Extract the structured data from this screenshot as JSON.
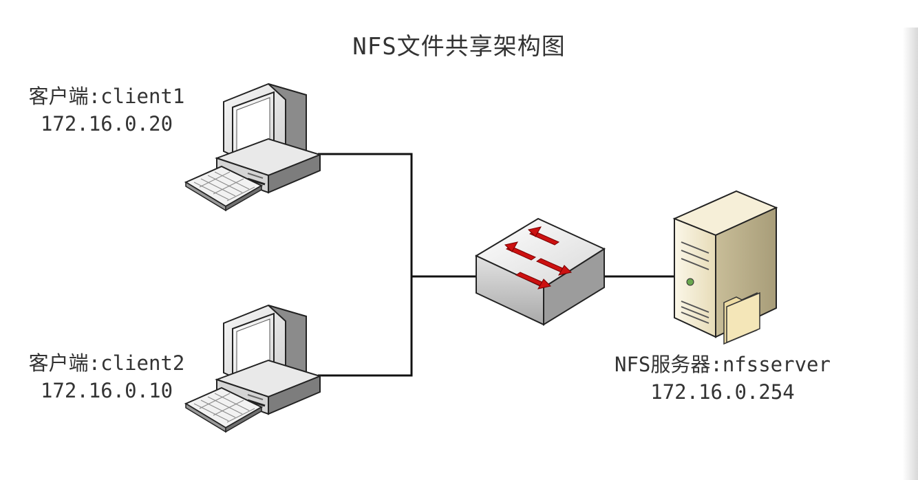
{
  "diagram": {
    "title": "NFS文件共享架构图",
    "client1": {
      "name": "客户端:client1",
      "ip": "172.16.0.20"
    },
    "client2": {
      "name": "客户端:client2",
      "ip": "172.16.0.10"
    },
    "server": {
      "name": "NFS服务器:nfsserver",
      "ip": "172.16.0.254"
    },
    "icons": {
      "client": "desktop-computer-icon",
      "switch": "network-switch-icon",
      "server": "tower-server-icon"
    },
    "colors": {
      "link": "#111111",
      "switch_arrow": "#cc1111",
      "server_body": "#efe6c8"
    }
  }
}
